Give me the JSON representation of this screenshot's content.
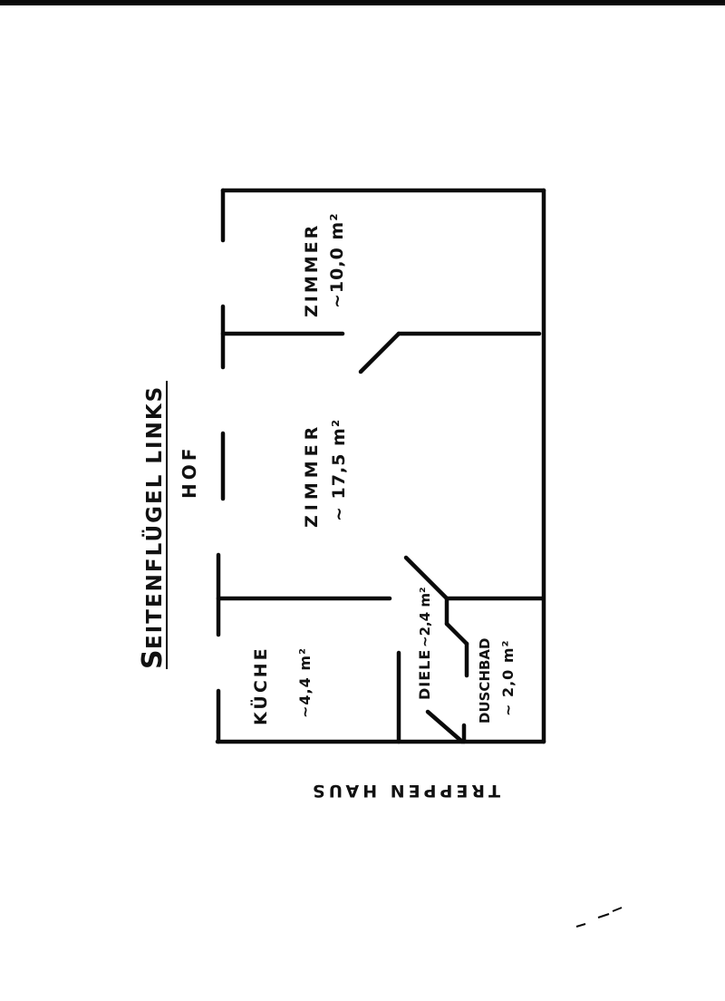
{
  "title": {
    "prefix": "S",
    "rest": "EITENFLÜGEL LINKS"
  },
  "labels": {
    "hof": "HOF",
    "treppenhaus": "TREPPEN HAUS"
  },
  "rooms": {
    "zimmer_small": {
      "name": "ZIMMER",
      "area": "~10,0 m²"
    },
    "zimmer_large": {
      "name": "ZIMMER",
      "area": "~ 17,5 m²"
    },
    "kueche": {
      "name": "KÜCHE",
      "area": "~4,4 m²"
    },
    "diele": {
      "name": "DIELE",
      "area": "~2,4 m²"
    },
    "duschbad": {
      "name": "DUSCHBAD",
      "area": "~ 2,0 m²"
    }
  },
  "colors": {
    "ink": "#0a0a0a",
    "paper": "#ffffff"
  }
}
